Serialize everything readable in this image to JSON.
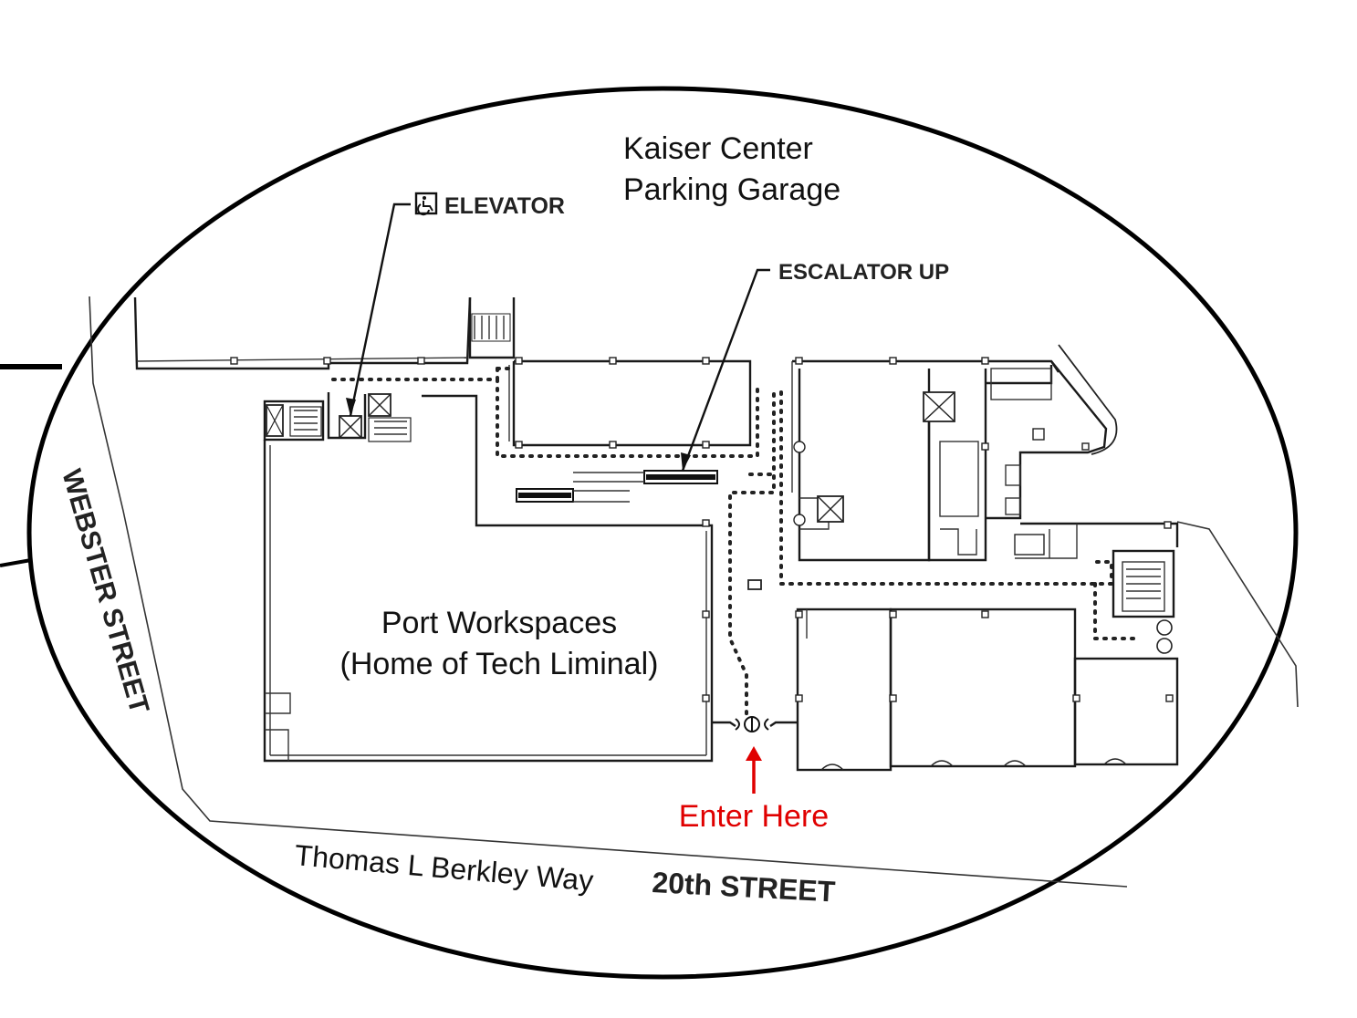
{
  "labels": {
    "garage_line1": "Kaiser Center",
    "garage_line2": "Parking Garage",
    "elevator": "ELEVATOR",
    "escalator": "ESCALATOR UP",
    "workspace_line1": "Port Workspaces",
    "workspace_line2": "(Home of Tech Liminal)",
    "enter": "Enter Here",
    "webster": "WEBSTER STREET",
    "thomas": "Thomas L Berkley Way",
    "twentieth": "20th STREET"
  },
  "colors": {
    "accent": "#e00000",
    "ink": "#111111"
  },
  "icons": {
    "elevator_symbol": "wheelchair-accessible-icon",
    "entrance_arrow": "arrow-up-icon"
  }
}
